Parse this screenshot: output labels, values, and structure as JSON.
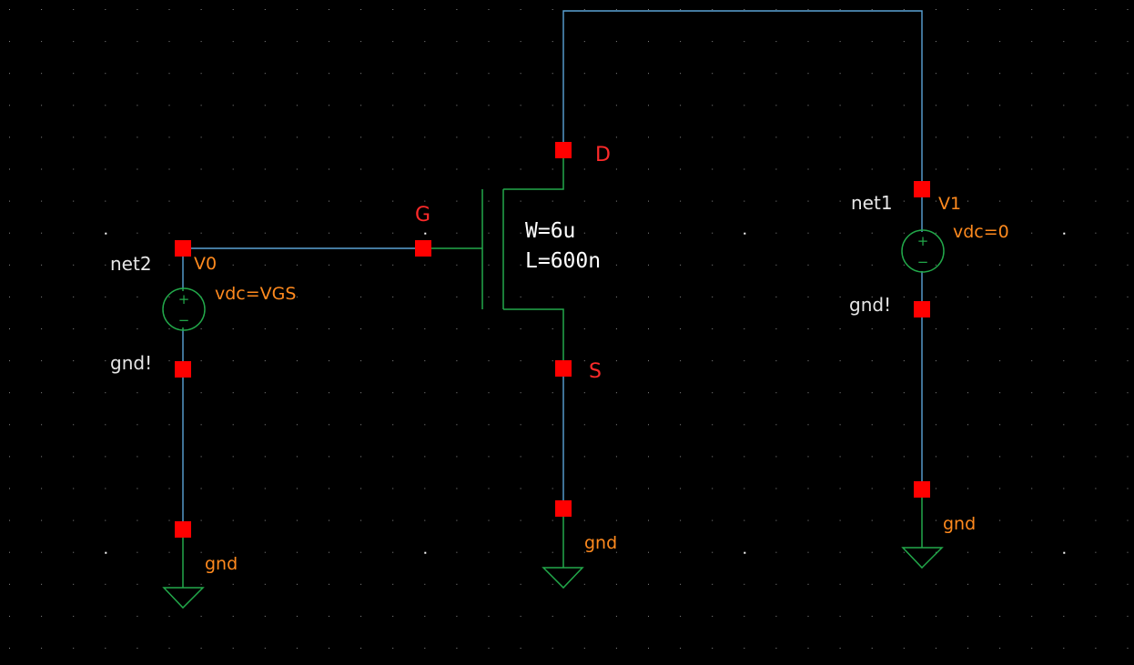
{
  "colors": {
    "background": "#000000",
    "grid_dot": "#8a8a8a",
    "grid_dot_major": "#ffffff",
    "wire": "#5aa3d6",
    "device": "#22a84a",
    "pin": "#ff0000",
    "pin_label": "#ff2a2a",
    "instance_label": "#ff8a1e",
    "net_label": "#e6e6e6",
    "device_param": "#ffffff"
  },
  "transistor": {
    "pins": {
      "drain": "D",
      "gate": "G",
      "source": "S"
    },
    "params": {
      "width": "W=6u",
      "length": "L=600n"
    }
  },
  "source_v0": {
    "instance": "V0",
    "value": "vdc=VGS",
    "net_top": "net2",
    "net_bottom": "gnd!",
    "plus": "+",
    "minus": "−"
  },
  "source_v1": {
    "instance": "V1",
    "value": "vdc=0",
    "net_top": "net1",
    "net_bottom": "gnd!",
    "plus": "+",
    "minus": "−"
  },
  "grounds": [
    {
      "label": "gnd"
    },
    {
      "label": "gnd"
    },
    {
      "label": "gnd"
    }
  ]
}
